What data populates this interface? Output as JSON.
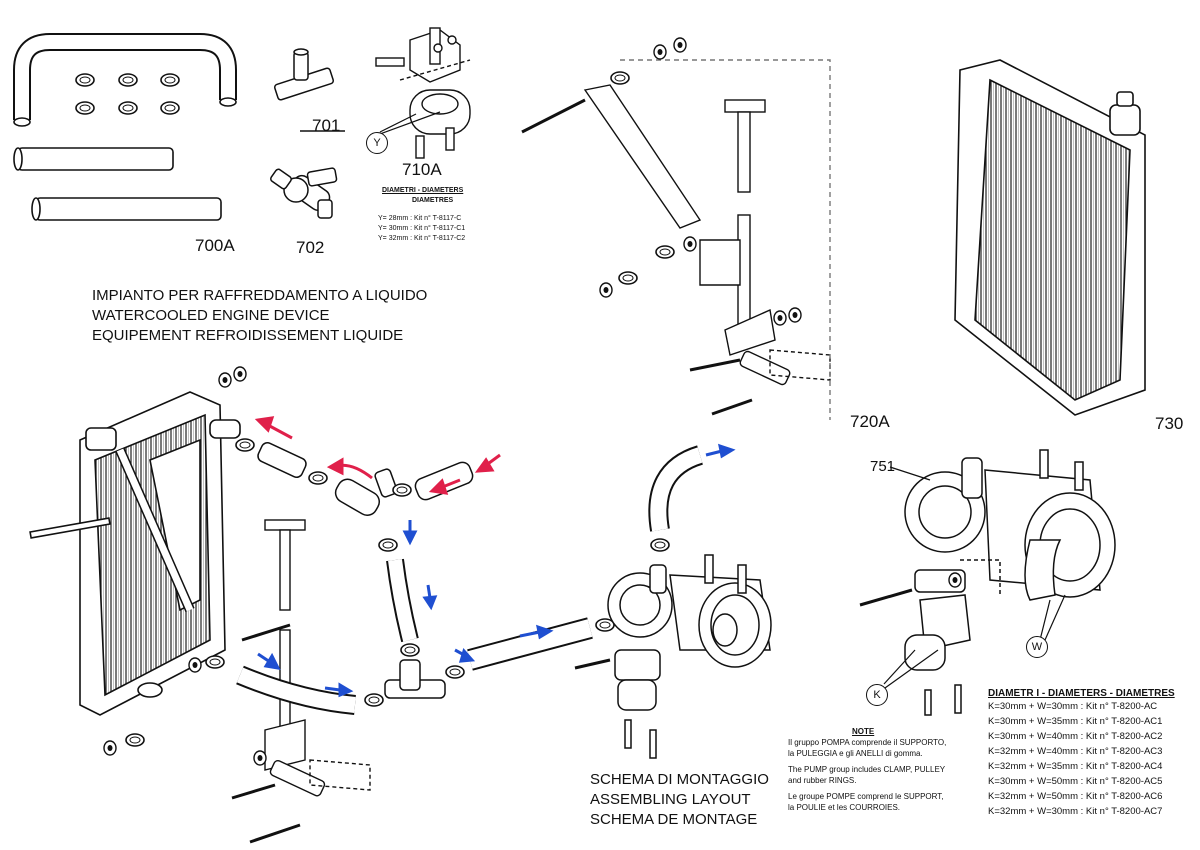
{
  "parts": {
    "p700A": "700A",
    "p701": "701",
    "p702": "702",
    "p710A": "710A",
    "p720A": "720A",
    "p730": "730",
    "p751": "751"
  },
  "callouts": {
    "y": "Y",
    "k": "K",
    "w": "W"
  },
  "title_lines": [
    "IMPIANTO PER RAFFREDDAMENTO A LIQUIDO",
    "WATERCOOLED ENGINE DEVICE",
    "EQUIPEMENT REFROIDISSEMENT LIQUIDE"
  ],
  "diameters_710": {
    "heading_1": "DIAMETRI - DIAMETERS",
    "heading_2": "DIAMETRES",
    "rows": [
      "Y= 28mm : Kit n° T-8117-C",
      "Y= 30mm : Kit n° T-8117-C1",
      "Y= 32mm : Kit n° T-8117-C2"
    ]
  },
  "note": {
    "heading": "NOTE",
    "lines": [
      "Il gruppo POMPA comprende il SUPPORTO,",
      "la PULEGGIA e gli ANELLI di gomma.",
      "The PUMP group includes CLAMP, PULLEY",
      "and rubber RINGS.",
      "Le groupe POMPE comprend le SUPPORT,",
      "la POULIE et les COURROIES."
    ]
  },
  "diameters_751": {
    "heading": "DIAMETR I - DIAMETERS - DIAMETRES",
    "rows": [
      "K=30mm + W=30mm : Kit n° T-8200-AC",
      "K=30mm + W=35mm : Kit n° T-8200-AC1",
      "K=30mm + W=40mm : Kit n° T-8200-AC2",
      "K=32mm + W=40mm : Kit n° T-8200-AC3",
      "K=32mm + W=35mm : Kit n° T-8200-AC4",
      "K=30mm + W=50mm : Kit n° T-8200-AC5",
      "K=32mm + W=50mm : Kit n° T-8200-AC6",
      "K=32mm + W=30mm : Kit n° T-8200-AC7"
    ]
  },
  "schema_lines": [
    "SCHEMA DI MONTAGGIO",
    "ASSEMBLING LAYOUT",
    "SCHEMA DE MONTAGE"
  ],
  "colors": {
    "line": "#1a1a1a",
    "hot_arrow": "#e0204a",
    "cold_arrow": "#1f4fd1"
  }
}
